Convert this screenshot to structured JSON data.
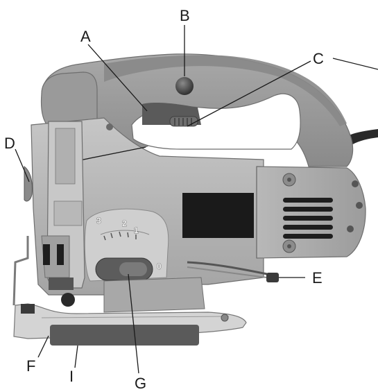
{
  "callouts": {
    "A": "A",
    "B": "B",
    "C": "C",
    "D": "D",
    "E": "E",
    "F": "F",
    "G": "G",
    "I": "I"
  },
  "dial": {
    "mark_3": "3",
    "mark_2": "2",
    "mark_1": "1",
    "mark_0": "0"
  },
  "colors": {
    "body_light": "#b9b9b9",
    "body_mid": "#9a9a9a",
    "body_dark": "#5c5c5c",
    "vent_black": "#1e1e1e"
  }
}
